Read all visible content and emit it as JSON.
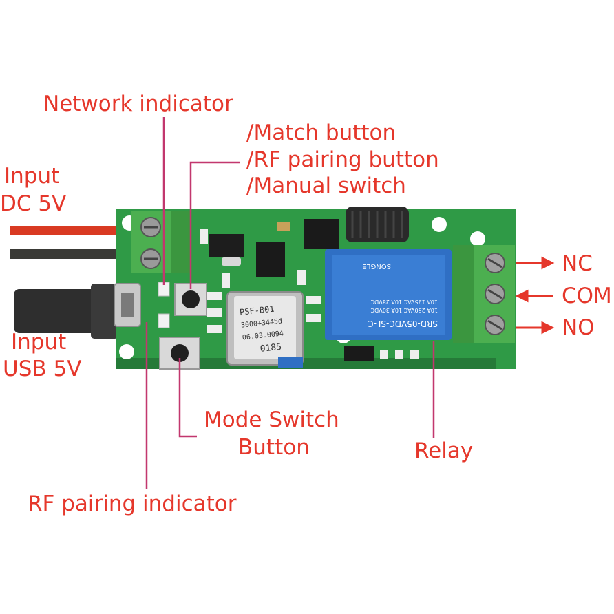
{
  "colors": {
    "label_red": "#e5372b",
    "leader_pink": "#c2376e",
    "pcb_green": "#2f9a46",
    "relay_blue": "#2f6fc4",
    "terminal_green": "#4caf50"
  },
  "labels": {
    "network_indicator": "Network indicator",
    "match_button_1": "/Match button",
    "match_button_2": "/RF pairing button",
    "match_button_3": "/Manual switch",
    "input_dc_1": "Input",
    "input_dc_2": "DC 5V",
    "input_usb_1": "Input",
    "input_usb_2": "USB 5V",
    "mode_switch_1": "Mode Switch",
    "mode_switch_2": "Button",
    "relay": "Relay",
    "rf_pairing_indicator": "RF pairing indicator"
  },
  "terminals": [
    "NC",
    "COM",
    "NO"
  ],
  "board": {
    "module_text": [
      "PSF-B01",
      "3000+3445d",
      "06.03.0094",
      "0185"
    ],
    "relay_text": [
      "SRD-05VDC-SL-C",
      "10A 250VAC  10A 30VDC",
      "10A 125VAC  10A 28VDC",
      "SONGLE"
    ]
  }
}
